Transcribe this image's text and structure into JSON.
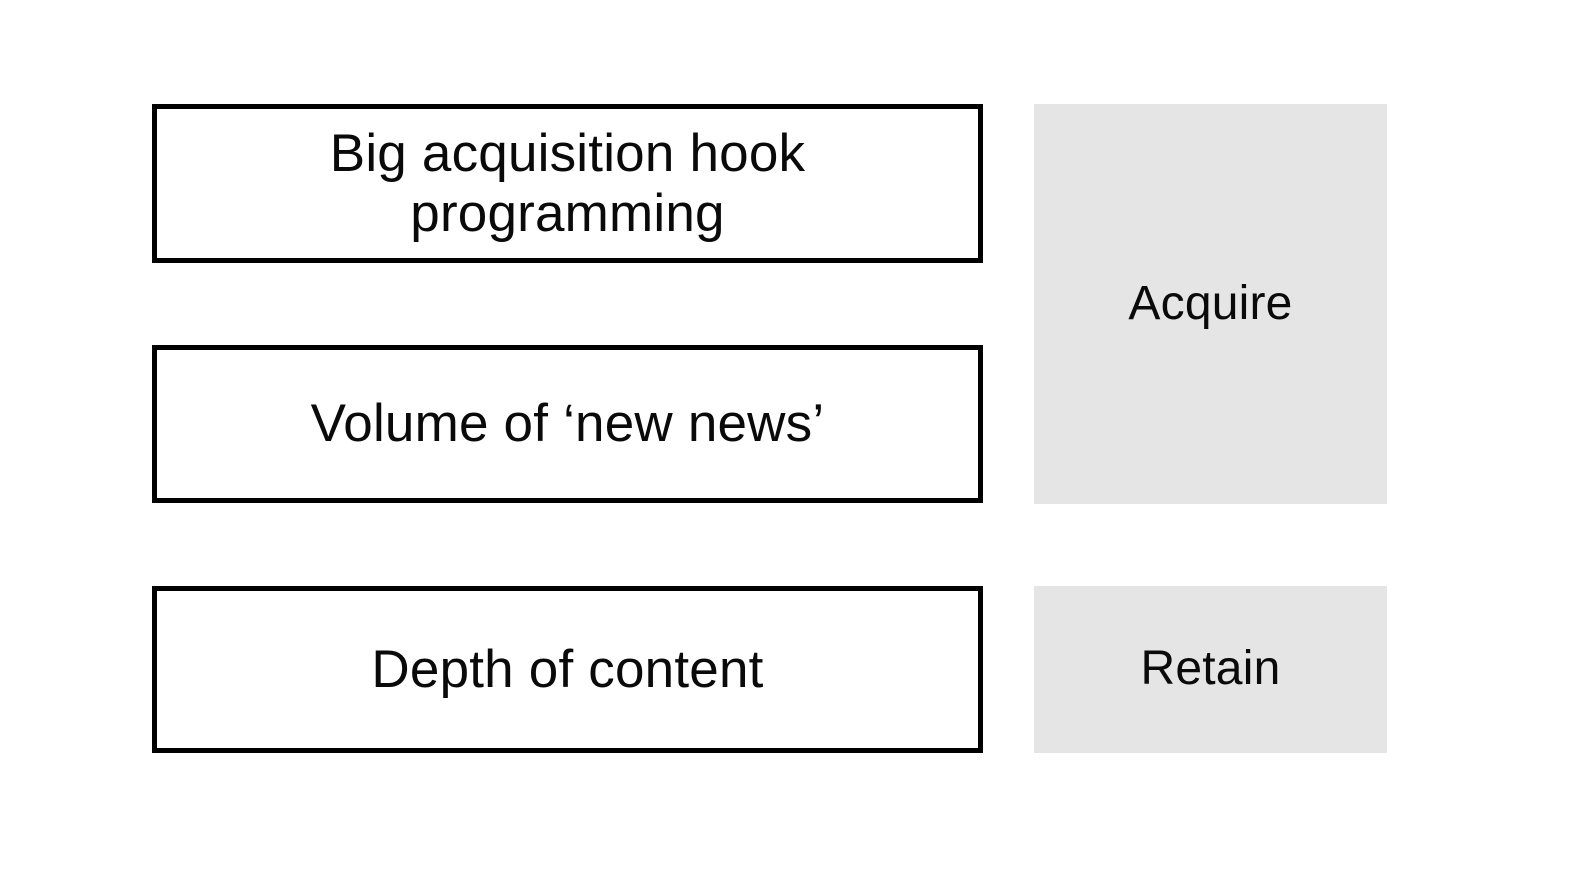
{
  "diagram": {
    "drivers": [
      {
        "id": "big-acquisition-hook-programming",
        "label": "Big acquisition hook\nprogramming"
      },
      {
        "id": "volume-of-new-news",
        "label": "Volume of ‘new news’"
      },
      {
        "id": "depth-of-content",
        "label": "Depth of content"
      }
    ],
    "outcomes": [
      {
        "id": "acquire",
        "label": "Acquire"
      },
      {
        "id": "retain",
        "label": "Retain"
      }
    ],
    "colors": {
      "background": "#ffffff",
      "box_border": "#000000",
      "box_fill": "#ffffff",
      "outcome_fill": "#e5e5e5",
      "text": "#0a0a0a"
    }
  }
}
